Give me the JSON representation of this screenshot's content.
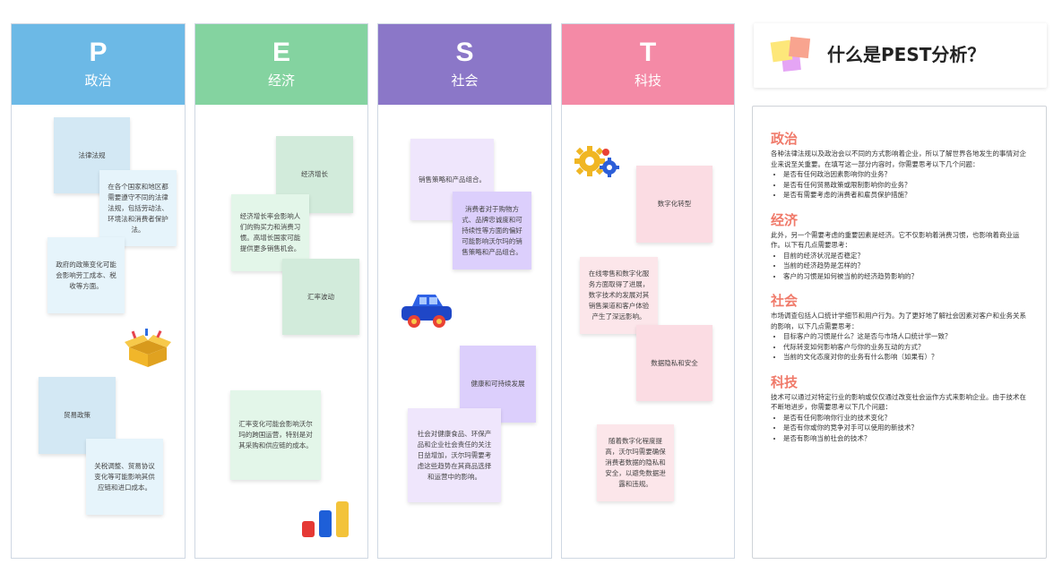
{
  "columns": [
    {
      "letter": "P",
      "name": "政治",
      "color": "#6cb9e6"
    },
    {
      "letter": "E",
      "name": "经济",
      "color": "#84d3a0"
    },
    {
      "letter": "S",
      "name": "社会",
      "color": "#8b77c8"
    },
    {
      "letter": "T",
      "name": "科技",
      "color": "#f48aa6"
    }
  ],
  "notes": {
    "p1": "法律法规",
    "p2": "在各个国家和地区都需要遵守不同的法律法规，包括劳动法、环境法和消费者保护法。",
    "p3": "政府的政策变化可能会影响劳工成本、税收等方面。",
    "p4": "贸易政策",
    "p5": "关税调整、贸易协议变化等可能影响其供应链和进口成本。",
    "e1": "经济增长",
    "e2": "经济增长率会影响人们的购买力和消费习惯。高增长国家可能提供更多销售机会。",
    "e3": "汇率波动",
    "e4": "汇率变化可能会影响沃尔玛的跨国运营，特别是对其采购和供应链的成本。",
    "s1": "销售策略和产品组合。",
    "s2": "消费者对于购物方式、品牌忠诚度和可持续性等方面的偏好可能影响沃尔玛的销售策略和产品组合。",
    "s3": "健康和可持续发展",
    "s4": "社会对健康食品、环保产品和企业社会责任的关注日益增加，沃尔玛需要考虑这些趋势在其商品选择和运营中的影响。",
    "t1": "数字化转型",
    "t2": "在线零售和数字化服务方面取得了进展，数字技术的发展对其销售渠道和客户体验产生了深远影响。",
    "t3": "数据隐私和安全",
    "t4": "随着数字化程度提高，沃尔玛需要确保消费者数据的隐私和安全，以避免数据泄露和违规。"
  },
  "icons": {
    "p": "open-box-icon",
    "e": "bar-chart-icon",
    "s": "toy-car-icon",
    "t": "gears-icon",
    "title": "sticky-notes-icon"
  },
  "title": "什么是PEST分析？",
  "sections": [
    {
      "title": "政治",
      "desc": "各种法律法规以及政治会以不同的方式影响着企业，所以了解世界各地发生的事情对企业来说至关重要。在填写这一部分内容时，你需要思考以下几个问题：",
      "items": [
        "是否有任何政治因素影响你的业务？",
        "是否有任何贸易政策或限制影响你的业务？",
        "是否有需要考虑的消费者和雇员保护措施？"
      ]
    },
    {
      "title": "经济",
      "desc": "此外，另一个需要考虑的重要因素是经济。它不仅影响着消费习惯，也影响着商业运作。以下有几点需要思考：",
      "items": [
        "目前的经济状况是否稳定？",
        "当前的经济趋势是怎样的？",
        "客户的习惯是如何被当前的经济趋势影响的？"
      ]
    },
    {
      "title": "社会",
      "desc": "市场调查包括人口统计学细节和用户行为。为了更好地了解社会因素对客户和业务关系的影响，以下几点需要思考：",
      "items": [
        "目标客户的习惯是什么？这是否与市场人口统计学一致？",
        "代际转变如何影响客户与你的业务互动的方式？",
        "当前的文化态度对你的业务有什么影响（如果有）？"
      ]
    },
    {
      "title": "科技",
      "desc": "技术可以通过对特定行业的影响或仅仅通过改变社会运作方式来影响企业。由于技术在不断地进步，你需要思考以下几个问题：",
      "items": [
        "是否有任何影响你行业的技术变化？",
        "是否有你或你的竞争对手可以使用的新技术？",
        "是否有影响当前社会的技术？"
      ]
    }
  ]
}
